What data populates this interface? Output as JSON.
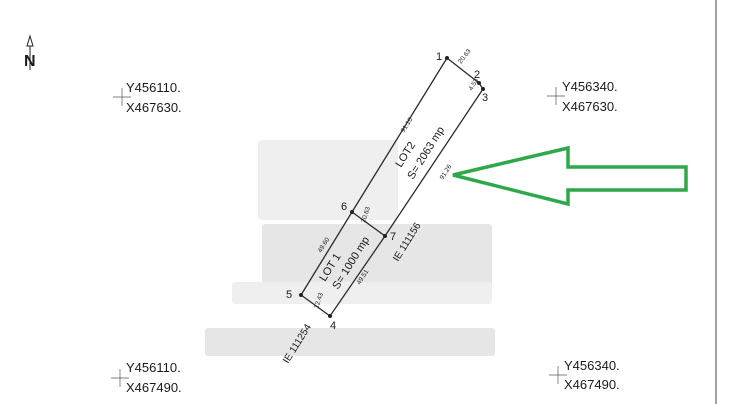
{
  "north": {
    "letter": "N"
  },
  "corners": {
    "top_left": {
      "y": "Y456110.",
      "x": "X467630."
    },
    "top_right": {
      "y": "Y456340.",
      "x": "X467630."
    },
    "bottom_left": {
      "y": "Y456110.",
      "x": "X467490."
    },
    "bottom_right": {
      "y": "Y456340.",
      "x": "X467490."
    }
  },
  "points": [
    "1",
    "2",
    "3",
    "4",
    "5",
    "6",
    "7"
  ],
  "distances": {
    "d12": "20.63",
    "d23": "4.53",
    "d16": "91.10",
    "d37": "91.26",
    "d67": "20.63",
    "d65": "49.60",
    "d54": "12.43",
    "d74": "49.51"
  },
  "lots": {
    "lot1": {
      "name": "LOT 1",
      "area": "S= 1000 mp"
    },
    "lot2": {
      "name": "LOT2",
      "area": "S= 2063 mp"
    }
  },
  "ie_labels": {
    "ie_upper": "IE 111156",
    "ie_lower": "IE 111254"
  },
  "colors": {
    "arrow": "#2ea84a",
    "ink": "#2b2b2b"
  }
}
